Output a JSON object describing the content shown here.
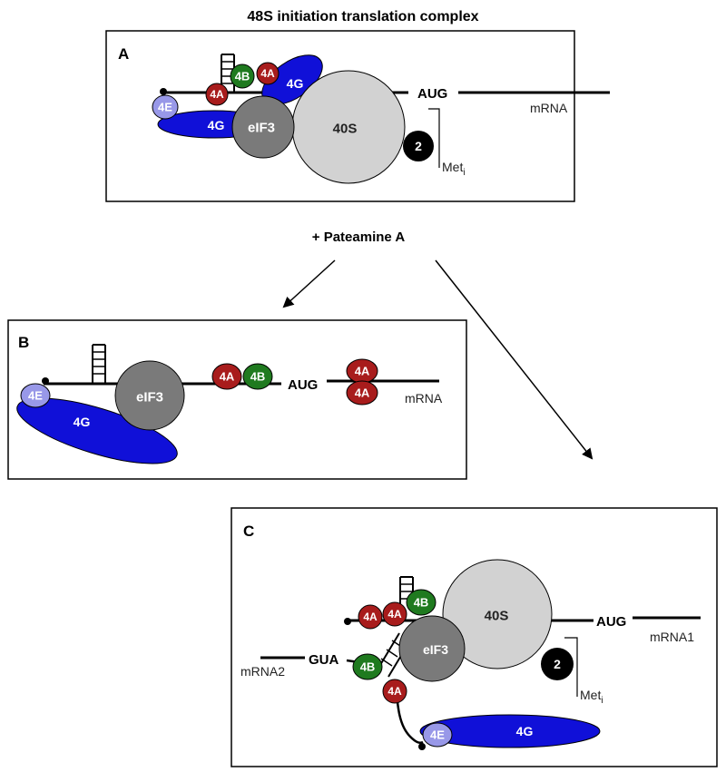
{
  "title": "48S initiation translation complex",
  "treatment": "+ Pateamine A",
  "colors": {
    "eIF4A": "#a81c1c",
    "eIF4B": "#1f7a1f",
    "eIF4G": "#1010d8",
    "eIF4E": "#9898e8",
    "eIF3": "#7a7a7a",
    "ribosome_40S": "#d2d2d2",
    "eIF2": "#000000"
  },
  "panels": {
    "A": {
      "label": "A",
      "labels": {
        "4E": "4E",
        "4G_lower": "4G",
        "4G_upper": "4G",
        "4A_left": "4A",
        "4A_right": "4A",
        "4B": "4B",
        "eIF3": "eIF3",
        "40S": "40S",
        "eIF2": "2",
        "start_codon": "AUG",
        "mrna": "mRNA",
        "met": "Met",
        "met_sub": "i"
      }
    },
    "B": {
      "label": "B",
      "labels": {
        "4E": "4E",
        "4G": "4G",
        "eIF3": "eIF3",
        "4A_a": "4A",
        "4B": "4B",
        "start_codon": "AUG",
        "4A_top": "4A",
        "4A_bottom": "4A",
        "mrna": "mRNA"
      }
    },
    "C": {
      "label": "C",
      "labels": {
        "4A_1": "4A",
        "4A_2": "4A",
        "4B_top": "4B",
        "eIF3": "eIF3",
        "40S": "40S",
        "start_codon": "AUG",
        "mrna1": "mRNA1",
        "eIF2": "2",
        "met": "Met",
        "met_sub": "i",
        "mrna2": "mRNA2",
        "gua": "GUA",
        "4B_lower": "4B",
        "4A_lower": "4A",
        "4E": "4E",
        "4G": "4G"
      }
    }
  }
}
